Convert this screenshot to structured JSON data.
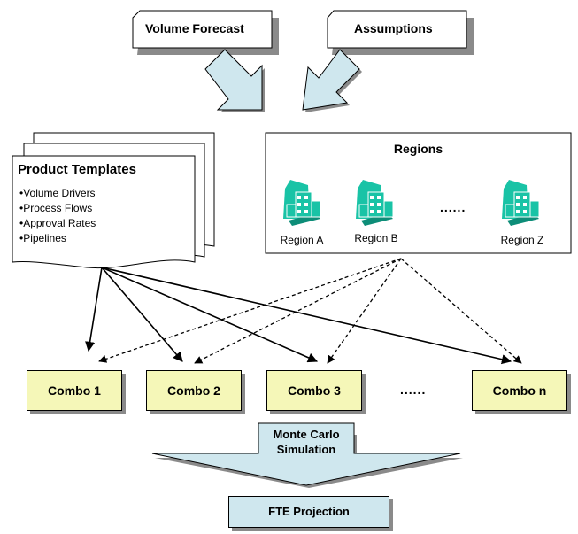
{
  "inputs": {
    "volume_forecast": "Volume Forecast",
    "assumptions": "Assumptions"
  },
  "product_templates": {
    "title": "Product Templates",
    "items": [
      "•Volume Drivers",
      "•Process Flows",
      "•Approval Rates",
      "•Pipelines"
    ]
  },
  "regions": {
    "title": "Regions",
    "items": [
      "Region A",
      "Region B",
      "Region Z"
    ],
    "ellipsis": "......",
    "icon": "building-icon"
  },
  "combos": {
    "items": [
      "Combo 1",
      "Combo 2",
      "Combo 3",
      "Combo n"
    ],
    "ellipsis": "......"
  },
  "simulation": {
    "line1": "Monte Carlo",
    "line2": "Simulation"
  },
  "output": {
    "label": "FTE Projection"
  },
  "colors": {
    "combo_fill": "#f5f7b8",
    "teal_fill": "#cfe7ee",
    "building_teal": "#19c3a6",
    "arrow_fill": "#cfe7ee"
  }
}
